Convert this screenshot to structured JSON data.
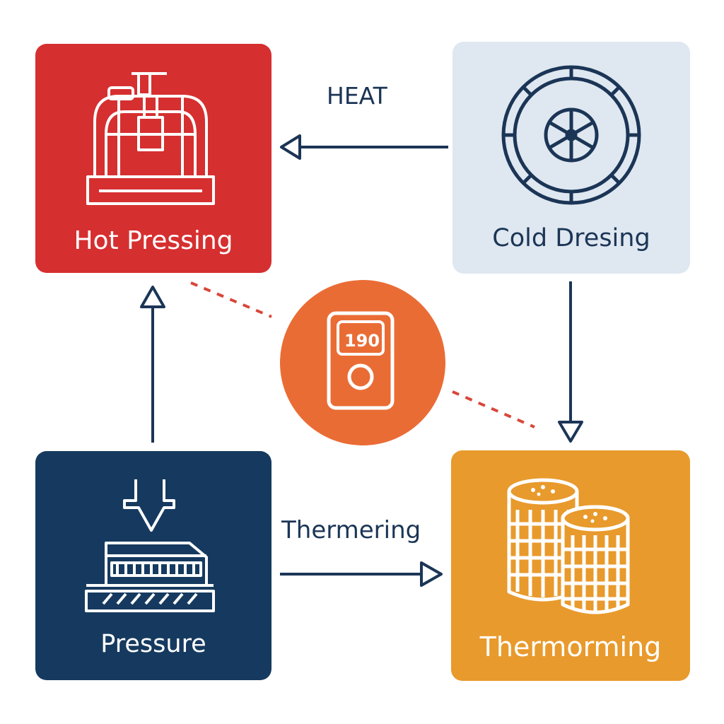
{
  "colors": {
    "hot_pressing": "#d62f30",
    "cold_dressing": "#dfe7f0",
    "pressure": "#163a5f",
    "thermoforming": "#e89a2c",
    "center": "#ea6c35",
    "ink": "#1b3556",
    "dashed": "#d8473a"
  },
  "nodes": {
    "hot_pressing": {
      "label": "Hot Pressing",
      "icon": "press-machine-icon"
    },
    "cold_dressing": {
      "label": "Cold Dresing",
      "icon": "wheel-icon"
    },
    "pressure": {
      "label": "Pressure",
      "icon": "pressure-plate-icon"
    },
    "thermoforming": {
      "label": "Thermorming",
      "icon": "cylinders-icon"
    },
    "center": {
      "value": "190",
      "icon": "thermostat-icon"
    }
  },
  "edges": {
    "heat": {
      "label": "HEAT"
    },
    "thermering": {
      "label": "Thermering"
    }
  }
}
